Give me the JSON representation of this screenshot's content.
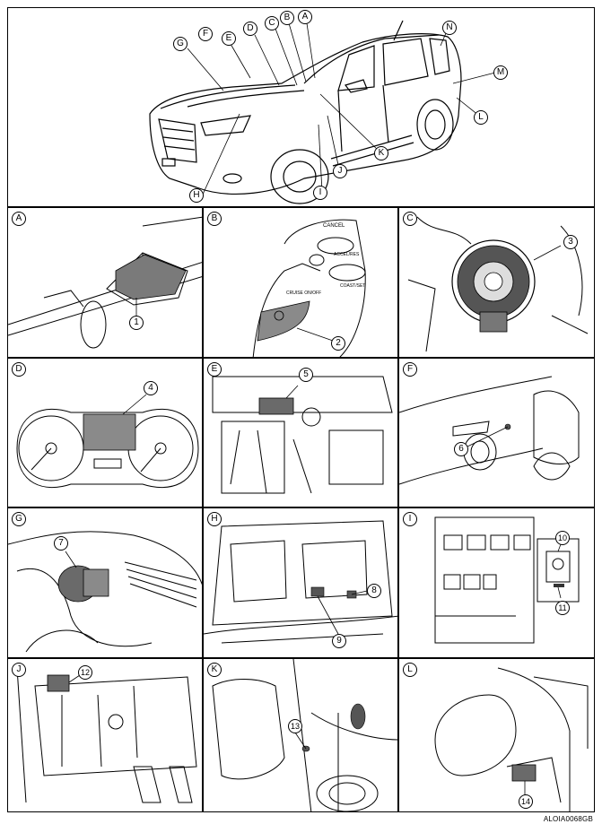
{
  "figure_id": "ALOIA0068GB",
  "overview_labels": [
    "A",
    "B",
    "C",
    "D",
    "E",
    "F",
    "G",
    "H",
    "I",
    "J",
    "K",
    "L",
    "M",
    "N"
  ],
  "panels": [
    {
      "letter": "A",
      "callouts": [
        "1"
      ]
    },
    {
      "letter": "B",
      "callouts": [
        "2"
      ],
      "switch_labels": {
        "cancel": "CANCEL",
        "accel_res": "ACCEL/RES",
        "coast_set": "COAST/SET",
        "cruise": "CRUISE ON/OFF"
      }
    },
    {
      "letter": "C",
      "callouts": [
        "3"
      ]
    },
    {
      "letter": "D",
      "callouts": [
        "4"
      ]
    },
    {
      "letter": "E",
      "callouts": [
        "5"
      ]
    },
    {
      "letter": "F",
      "callouts": [
        "6"
      ]
    },
    {
      "letter": "G",
      "callouts": [
        "7"
      ]
    },
    {
      "letter": "H",
      "callouts": [
        "8",
        "9"
      ]
    },
    {
      "letter": "I",
      "callouts": [
        "10",
        "11"
      ]
    },
    {
      "letter": "J",
      "callouts": [
        "12"
      ]
    },
    {
      "letter": "K",
      "callouts": [
        "13"
      ]
    },
    {
      "letter": "L",
      "callouts": [
        "14"
      ]
    }
  ]
}
